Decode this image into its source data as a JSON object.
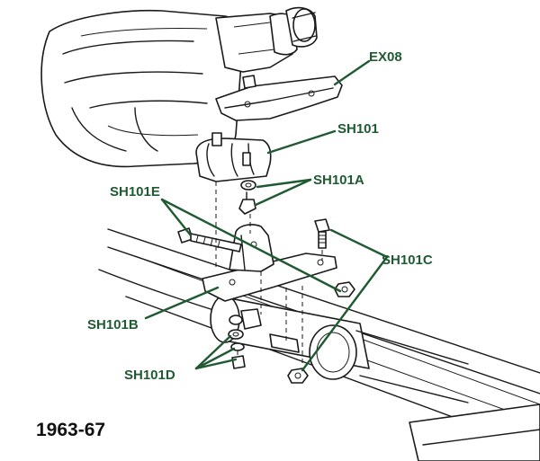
{
  "labels": {
    "ex08": "EX08",
    "sh101": "SH101",
    "sh101a": "SH101A",
    "sh101e": "SH101E",
    "sh101c": "SH101C",
    "sh101b": "SH101B",
    "sh101d": "SH101D"
  },
  "year": "1963-67",
  "colors": {
    "label_green": "#1f5a32",
    "line": "#1a1a1a",
    "background": "#ffffff"
  }
}
